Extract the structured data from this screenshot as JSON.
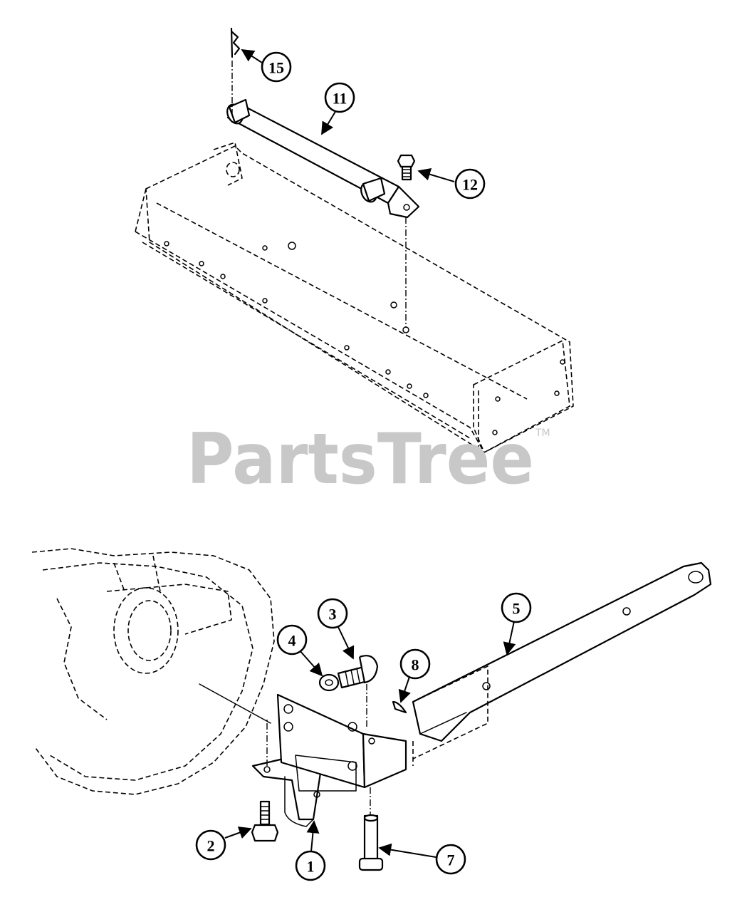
{
  "watermark": {
    "brand": "PartsTree",
    "trademark": "TM"
  },
  "callouts": [
    {
      "id": "15",
      "label": "15"
    },
    {
      "id": "11",
      "label": "11"
    },
    {
      "id": "12",
      "label": "12"
    },
    {
      "id": "5",
      "label": "5"
    },
    {
      "id": "3",
      "label": "3"
    },
    {
      "id": "4",
      "label": "4"
    },
    {
      "id": "8",
      "label": "8"
    },
    {
      "id": "2",
      "label": "2"
    },
    {
      "id": "1",
      "label": "1"
    },
    {
      "id": "7",
      "label": "7"
    }
  ]
}
